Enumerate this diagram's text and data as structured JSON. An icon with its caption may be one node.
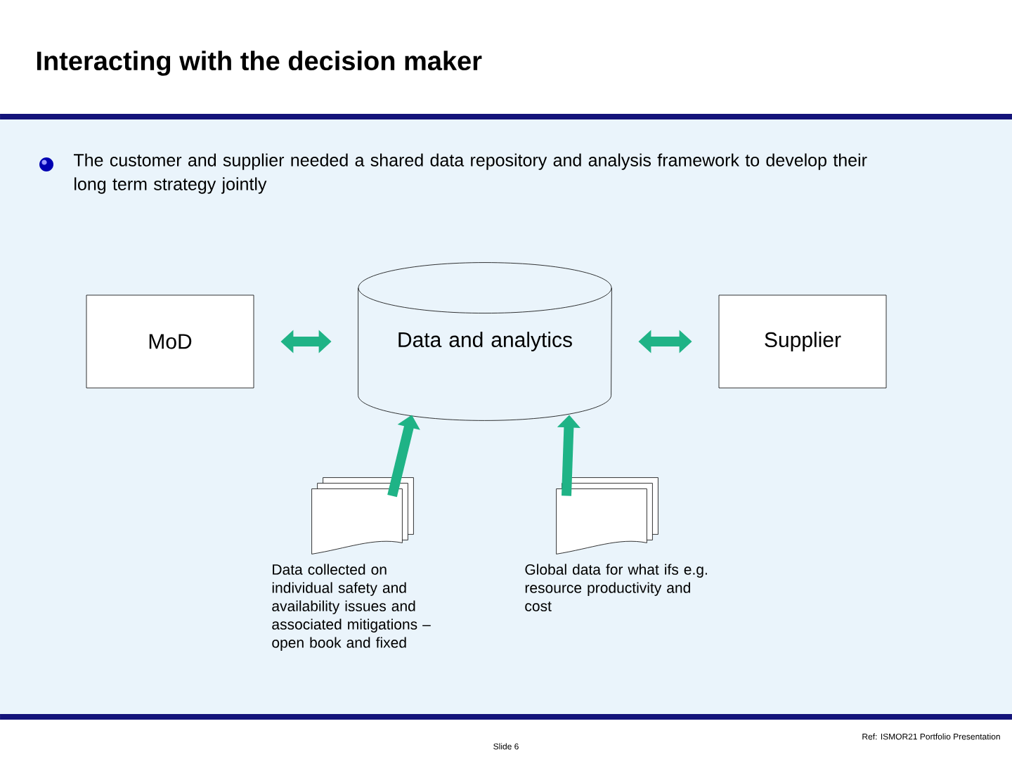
{
  "diagram": {
    "title": "Interacting with the decision maker",
    "nodes": [
      {
        "text": [
          "MoD"
        ]
      },
      {
        "text": [
          "Data and analytics"
        ]
      },
      {
        "text": [
          "Supplier"
        ]
      },
      {
        "text": [],
        "shape": "document",
        "beside": [
          "Data collected on individual safety and availability issues and associated mitigations – open book and fixed"
        ]
      },
      {
        "text": [],
        "shape": "document",
        "beside": [
          "Global data for what ifs e.g. resource productivity and cost"
        ]
      }
    ],
    "edges": [
      {
        "from": 0,
        "to": 1,
        "arrow": "both"
      },
      {
        "from": 1,
        "to": 2,
        "arrow": "both"
      },
      {
        "from": 3,
        "to": 1,
        "arrow": "to"
      },
      {
        "from": 4,
        "to": 1,
        "arrow": "to"
      }
    ],
    "labels": [
      "The customer and supplier needed a shared data repository and analysis framework to develop their long term strategy jointly",
      "Slide 6",
      "Ref: ISMOR21 Portfolio Presentation"
    ]
  }
}
